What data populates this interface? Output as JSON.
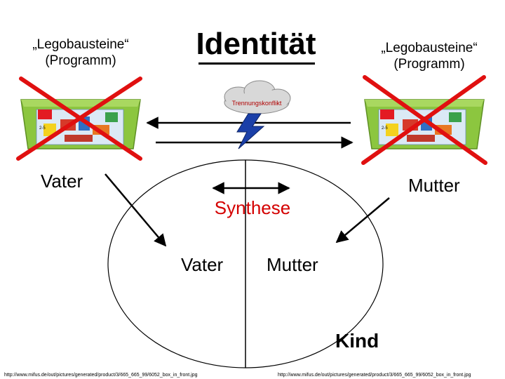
{
  "title": "Identität",
  "lego_left": {
    "line1": "„Legobausteine“",
    "line2": "(Programm)"
  },
  "lego_right": {
    "line1": "„Legobausteine“",
    "line2": "(Programm)"
  },
  "conflict_label": "Trennungskonflikt",
  "vater_outer": "Vater",
  "mutter_outer": "Mutter",
  "synthese": "Synthese",
  "vater_inner": "Vater",
  "mutter_inner": "Mutter",
  "kind": "Kind",
  "url_left": "http://www.mifus.de/out/pictures/generated/product/3/665_665_99/6052_box_in_front.jpg",
  "url_right": "http://www.mifus.de/out/pictures/generated/product/3/665_665_99/6052_box_in_front.jpg",
  "box_badge": "2-5",
  "colors": {
    "cross": "#e01010",
    "synthese": "#d40000",
    "lego_green": "#8cc63f",
    "lightning": "#1a3fa8"
  }
}
